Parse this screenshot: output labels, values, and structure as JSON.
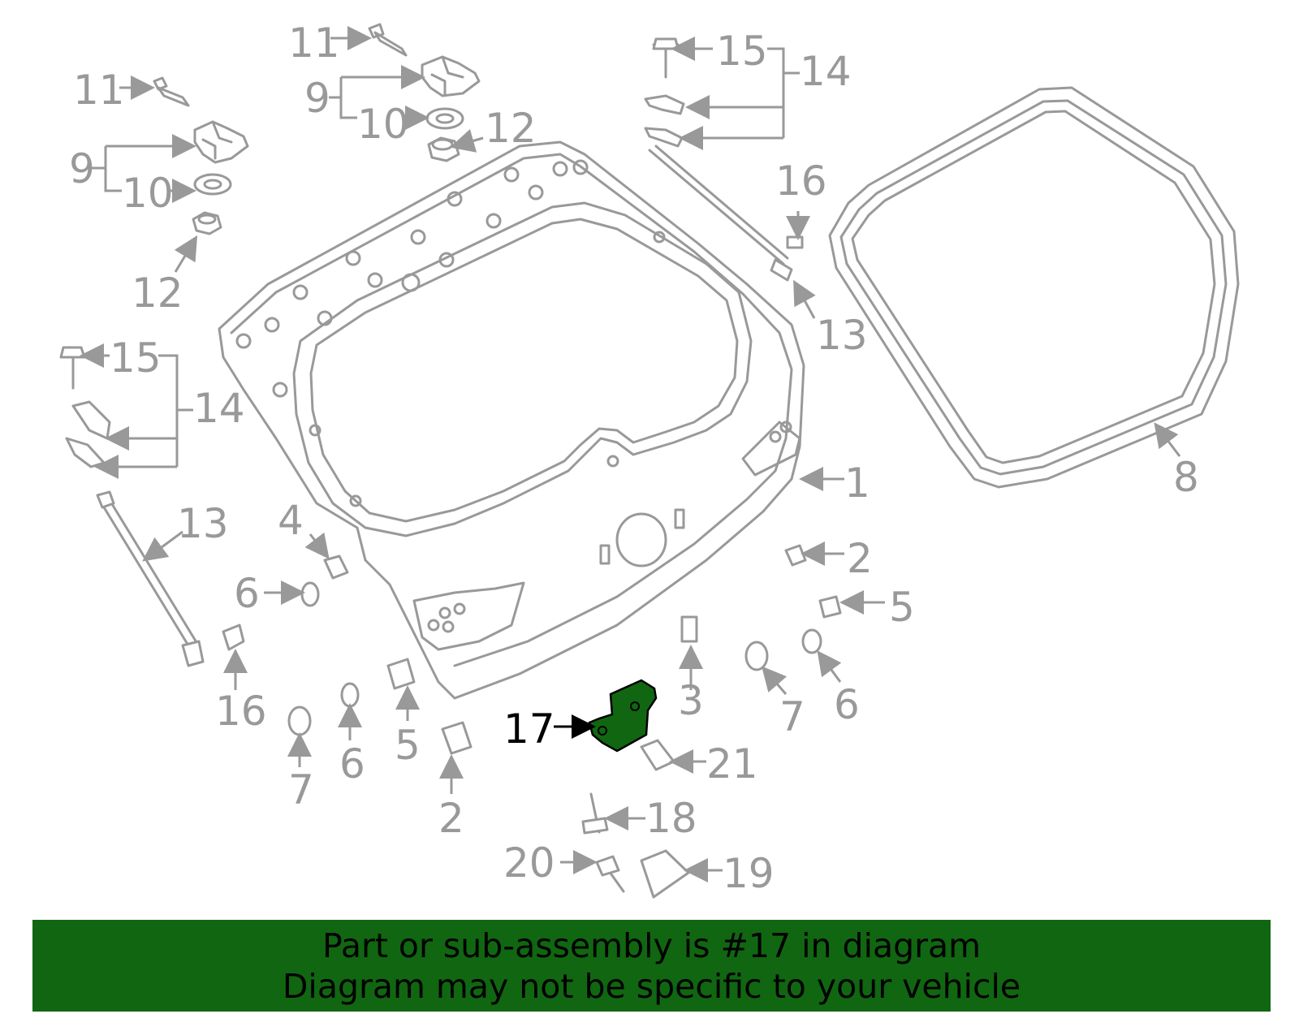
{
  "highlight_color": "#116611",
  "callouts": {
    "c1": "1",
    "c2a": "2",
    "c2b": "2",
    "c3": "3",
    "c4": "4",
    "c5a": "5",
    "c5b": "5",
    "c6a": "6",
    "c6b": "6",
    "c6c": "6",
    "c7a": "7",
    "c7b": "7",
    "c8": "8",
    "c9a": "9",
    "c9b": "9",
    "c10a": "10",
    "c10b": "10",
    "c11a": "11",
    "c11b": "11",
    "c12a": "12",
    "c12b": "12",
    "c13a": "13",
    "c13b": "13",
    "c14a": "14",
    "c14b": "14",
    "c15a": "15",
    "c15b": "15",
    "c16a": "16",
    "c16b": "16",
    "c17": "17",
    "c18": "18",
    "c19": "19",
    "c20": "20",
    "c21": "21"
  },
  "banner": {
    "line1": "Part or sub-assembly is #17 in diagram",
    "line2": "Diagram may not be specific to your vehicle"
  }
}
